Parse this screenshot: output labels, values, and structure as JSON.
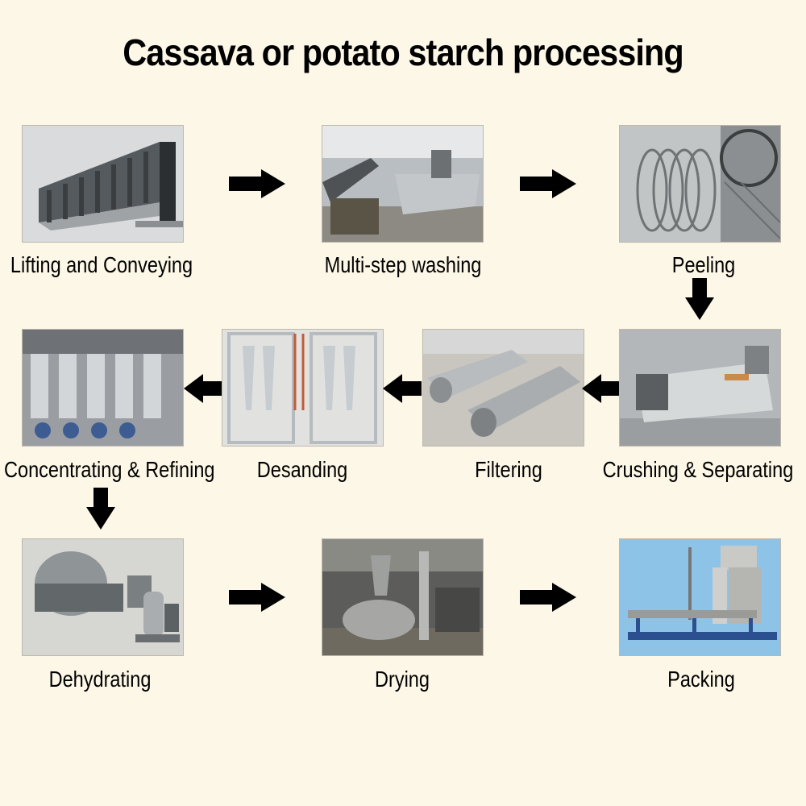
{
  "title": "Cassava or potato starch processing",
  "colors": {
    "background": "#fdf7e7",
    "arrow": "#000000"
  },
  "steps": [
    {
      "id": "lifting",
      "label": "Lifting and Conveying",
      "image": "belt-conveyor-image"
    },
    {
      "id": "washing",
      "label": "Multi-step washing",
      "image": "washing-machine-image"
    },
    {
      "id": "peeling",
      "label": "Peeling",
      "image": "peeling-drum-image"
    },
    {
      "id": "crushing",
      "label": "Crushing & Separating",
      "image": "crusher-separator-image"
    },
    {
      "id": "filtering",
      "label": "Filtering",
      "image": "centrifugal-sieve-image"
    },
    {
      "id": "desanding",
      "label": "Desanding",
      "image": "cyclone-desander-image"
    },
    {
      "id": "refining",
      "label": "Concentrating & Refining",
      "image": "hydrocyclone-station-image"
    },
    {
      "id": "dehydrating",
      "label": "Dehydrating",
      "image": "vacuum-filter-image"
    },
    {
      "id": "drying",
      "label": "Drying",
      "image": "flash-dryer-image"
    },
    {
      "id": "packing",
      "label": "Packing",
      "image": "packing-machine-image"
    }
  ],
  "arrows": [
    {
      "from": "lifting",
      "to": "washing",
      "direction": "right"
    },
    {
      "from": "washing",
      "to": "peeling",
      "direction": "right"
    },
    {
      "from": "peeling",
      "to": "crushing",
      "direction": "down"
    },
    {
      "from": "crushing",
      "to": "filtering",
      "direction": "left"
    },
    {
      "from": "filtering",
      "to": "desanding",
      "direction": "left"
    },
    {
      "from": "desanding",
      "to": "refining",
      "direction": "left"
    },
    {
      "from": "refining",
      "to": "dehydrating",
      "direction": "down"
    },
    {
      "from": "dehydrating",
      "to": "drying",
      "direction": "right"
    },
    {
      "from": "drying",
      "to": "packing",
      "direction": "right"
    }
  ]
}
